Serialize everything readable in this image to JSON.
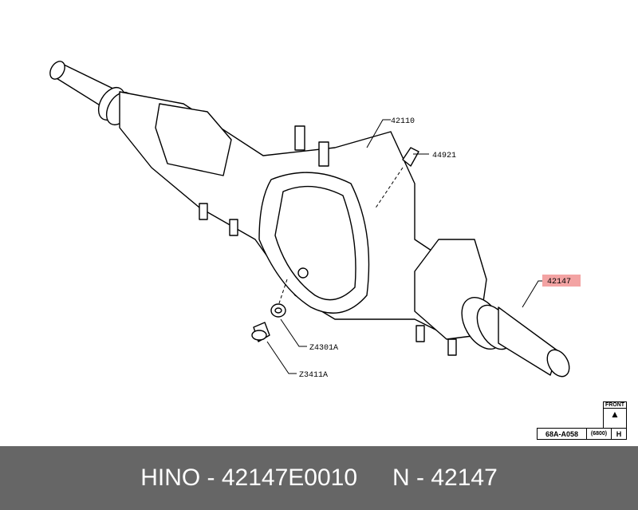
{
  "diagram": {
    "callouts": [
      {
        "id": "housing",
        "label": "42110"
      },
      {
        "id": "breather",
        "label": "44921"
      },
      {
        "id": "axle-shaft",
        "label": "42147",
        "highlight": "#f3a3a3"
      },
      {
        "id": "gasket",
        "label": "Z4301A"
      },
      {
        "id": "drain-plug",
        "label": "Z3411A"
      }
    ],
    "front_label": "FRONT",
    "ref_code": "68A-A058",
    "ref_model": "(6800)",
    "ref_letter": "H"
  },
  "footer": {
    "brand_part": "HINO - 42147E0010",
    "number": "N - 42147"
  }
}
